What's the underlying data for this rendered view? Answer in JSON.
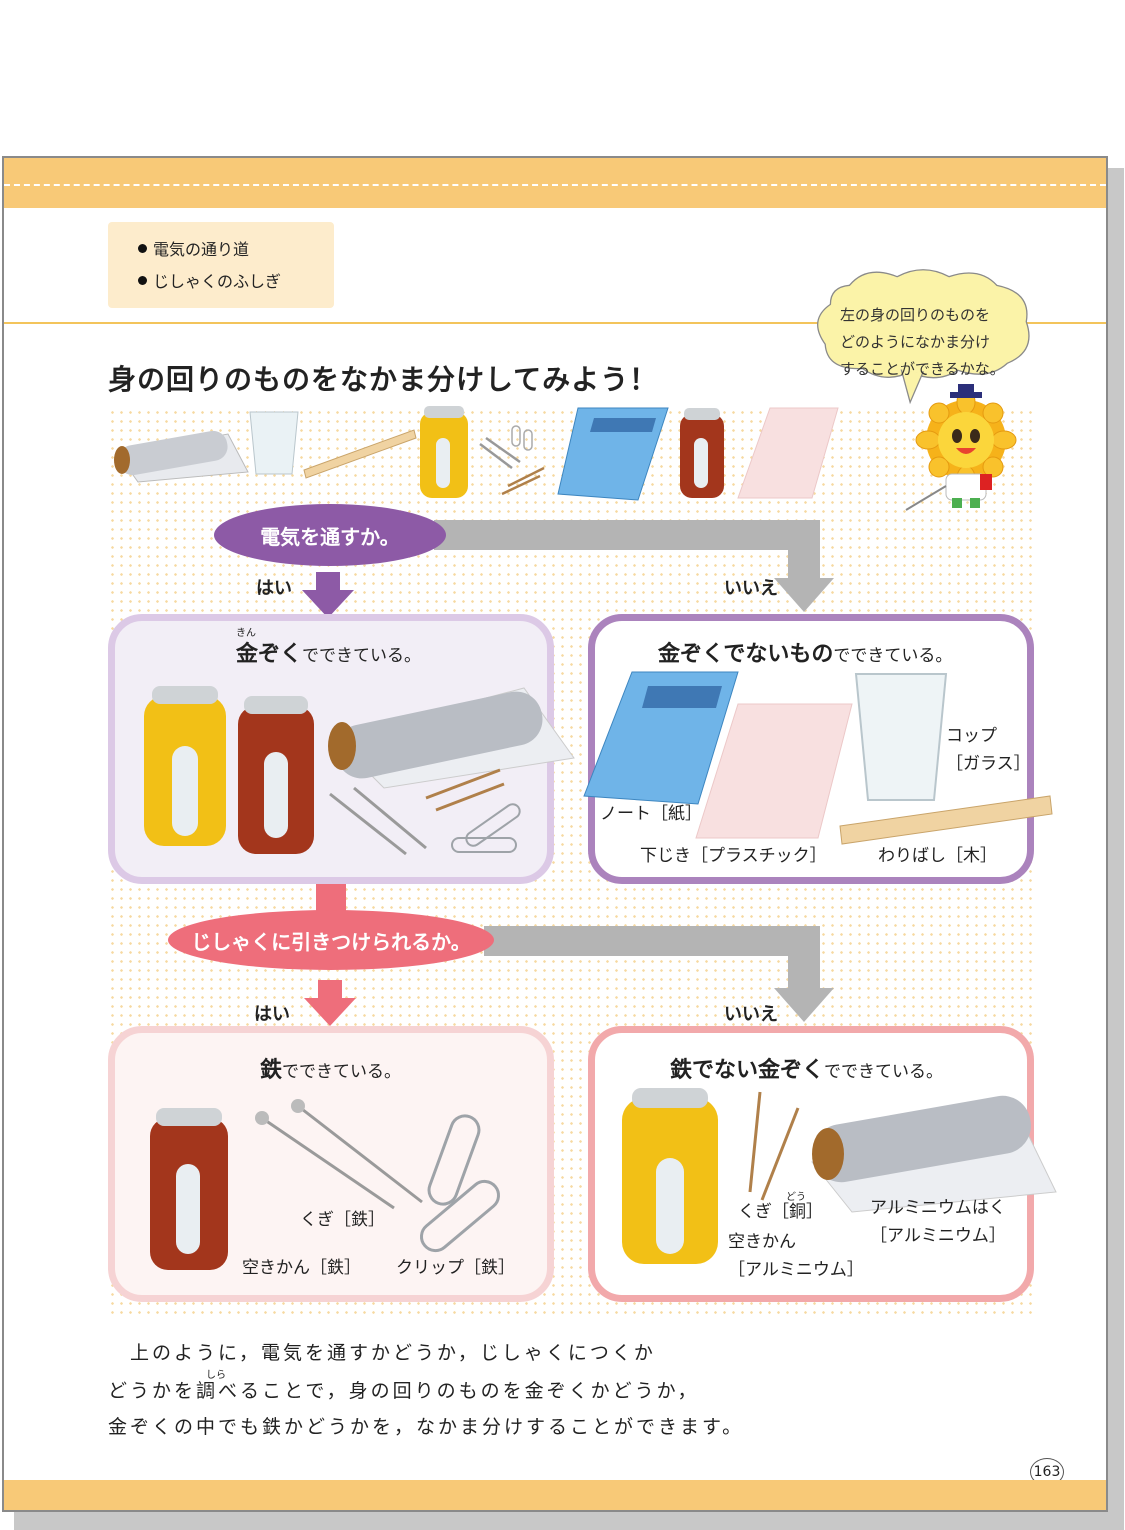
{
  "topics": [
    "電気の通り道",
    "じしゃくのふしぎ"
  ],
  "heading": "身の回りのものをなかま分けしてみよう！",
  "speech_bubble": [
    "左の身の回りのものを",
    "どのようになかま分け",
    "することができるかな。"
  ],
  "question1": "電気を通すか。",
  "question2": "じしゃくに引きつけられるか。",
  "yes": "はい",
  "no": "いいえ",
  "box_metal": {
    "ruby": "きん",
    "title_bold": "金ぞく",
    "title_rest": "でできている。"
  },
  "box_nonmetal": {
    "title_bold": "金ぞくでないもの",
    "title_rest": "でできている。",
    "labels": {
      "notebook": "ノート［紙］",
      "shitajiki": "下じき［プラスチック］",
      "cup_line1": "コップ",
      "cup_line2": "［ガラス］",
      "waribashi": "わりばし［木］"
    }
  },
  "box_iron": {
    "title_bold": "鉄",
    "title_rest": "でできている。",
    "labels": {
      "nail": "くぎ［鉄］",
      "can": "空きかん［鉄］",
      "clip": "クリップ［鉄］"
    }
  },
  "box_noniron": {
    "title_bold": "鉄でない金ぞく",
    "title_rest": "でできている。",
    "ruby": "どう",
    "labels": {
      "nail": "くぎ［銅］",
      "can_line1": "空きかん",
      "can_line2": "［アルミニウム］",
      "foil_line1": "アルミニウムはく",
      "foil_line2": "［アルミニウム］"
    }
  },
  "body": {
    "line1": "　上のように，電気を通すかどうか，じしゃくにつくか",
    "ruby": "しら",
    "line2": "どうかを調べることで，身の回りのものを金ぞくかどうか，",
    "line3": "金ぞくの中でも鉄かどうかを，なかま分けすることができます。"
  },
  "page_number": "163",
  "colors": {
    "band": "#f8c977",
    "purple": "#8d5aa6",
    "pink": "#ee6e7b",
    "gray_arrow": "#b4b4b4"
  }
}
